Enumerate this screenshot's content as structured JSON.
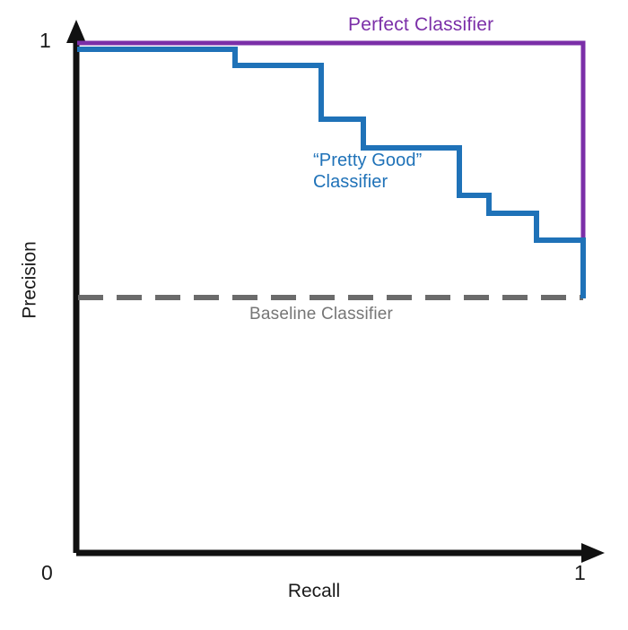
{
  "chart_data": {
    "type": "line",
    "title": "",
    "xlabel": "Recall",
    "ylabel": "Precision",
    "xlim": [
      0,
      1
    ],
    "ylim": [
      0,
      1
    ],
    "grid": false,
    "legend_position": "inline-annotations",
    "xticks": [
      "0",
      "1"
    ],
    "yticks": [
      "1"
    ],
    "series": [
      {
        "name": "Perfect Classifier",
        "color": "#7b2fa8",
        "style": "solid",
        "shape": "step",
        "x": [
          0.0,
          1.0,
          1.0
        ],
        "y": [
          1.0,
          1.0,
          0.49
        ],
        "annotation": "Perfect Classifier"
      },
      {
        "name": "“Pretty Good” Classifier",
        "color": "#1f72b8",
        "style": "solid",
        "shape": "step",
        "x": [
          0.0,
          0.3,
          0.3,
          0.465,
          0.465,
          0.73,
          0.73,
          0.785,
          0.785,
          0.875,
          0.875,
          1.0,
          1.0
        ],
        "y": [
          1.0,
          1.0,
          0.965,
          0.965,
          0.855,
          0.855,
          0.765,
          0.765,
          0.73,
          0.73,
          0.68,
          0.68,
          0.49
        ],
        "annotation_line1": "“Pretty Good”",
        "annotation_line2": "Classifier"
      },
      {
        "name": "Baseline Classifier",
        "color": "#6b6b6b",
        "style": "dashed",
        "shape": "horizontal",
        "x": [
          0.0,
          1.0
        ],
        "y": [
          0.49,
          0.49
        ],
        "annotation": "Baseline Classifier"
      }
    ]
  },
  "axes": {
    "x_title": "Recall",
    "y_title": "Precision",
    "x_tick_min": "0",
    "x_tick_max": "1",
    "y_tick_max": "1"
  },
  "annotations": {
    "perfect": "Perfect Classifier",
    "pretty_good_line1": "“Pretty Good”",
    "pretty_good_line2": "Classifier",
    "baseline": "Baseline Classifier"
  },
  "colors": {
    "perfect": "#7b2fa8",
    "pretty_good": "#1f72b8",
    "baseline": "#6b6b6b",
    "axis": "#111111",
    "background": "#ffffff"
  }
}
